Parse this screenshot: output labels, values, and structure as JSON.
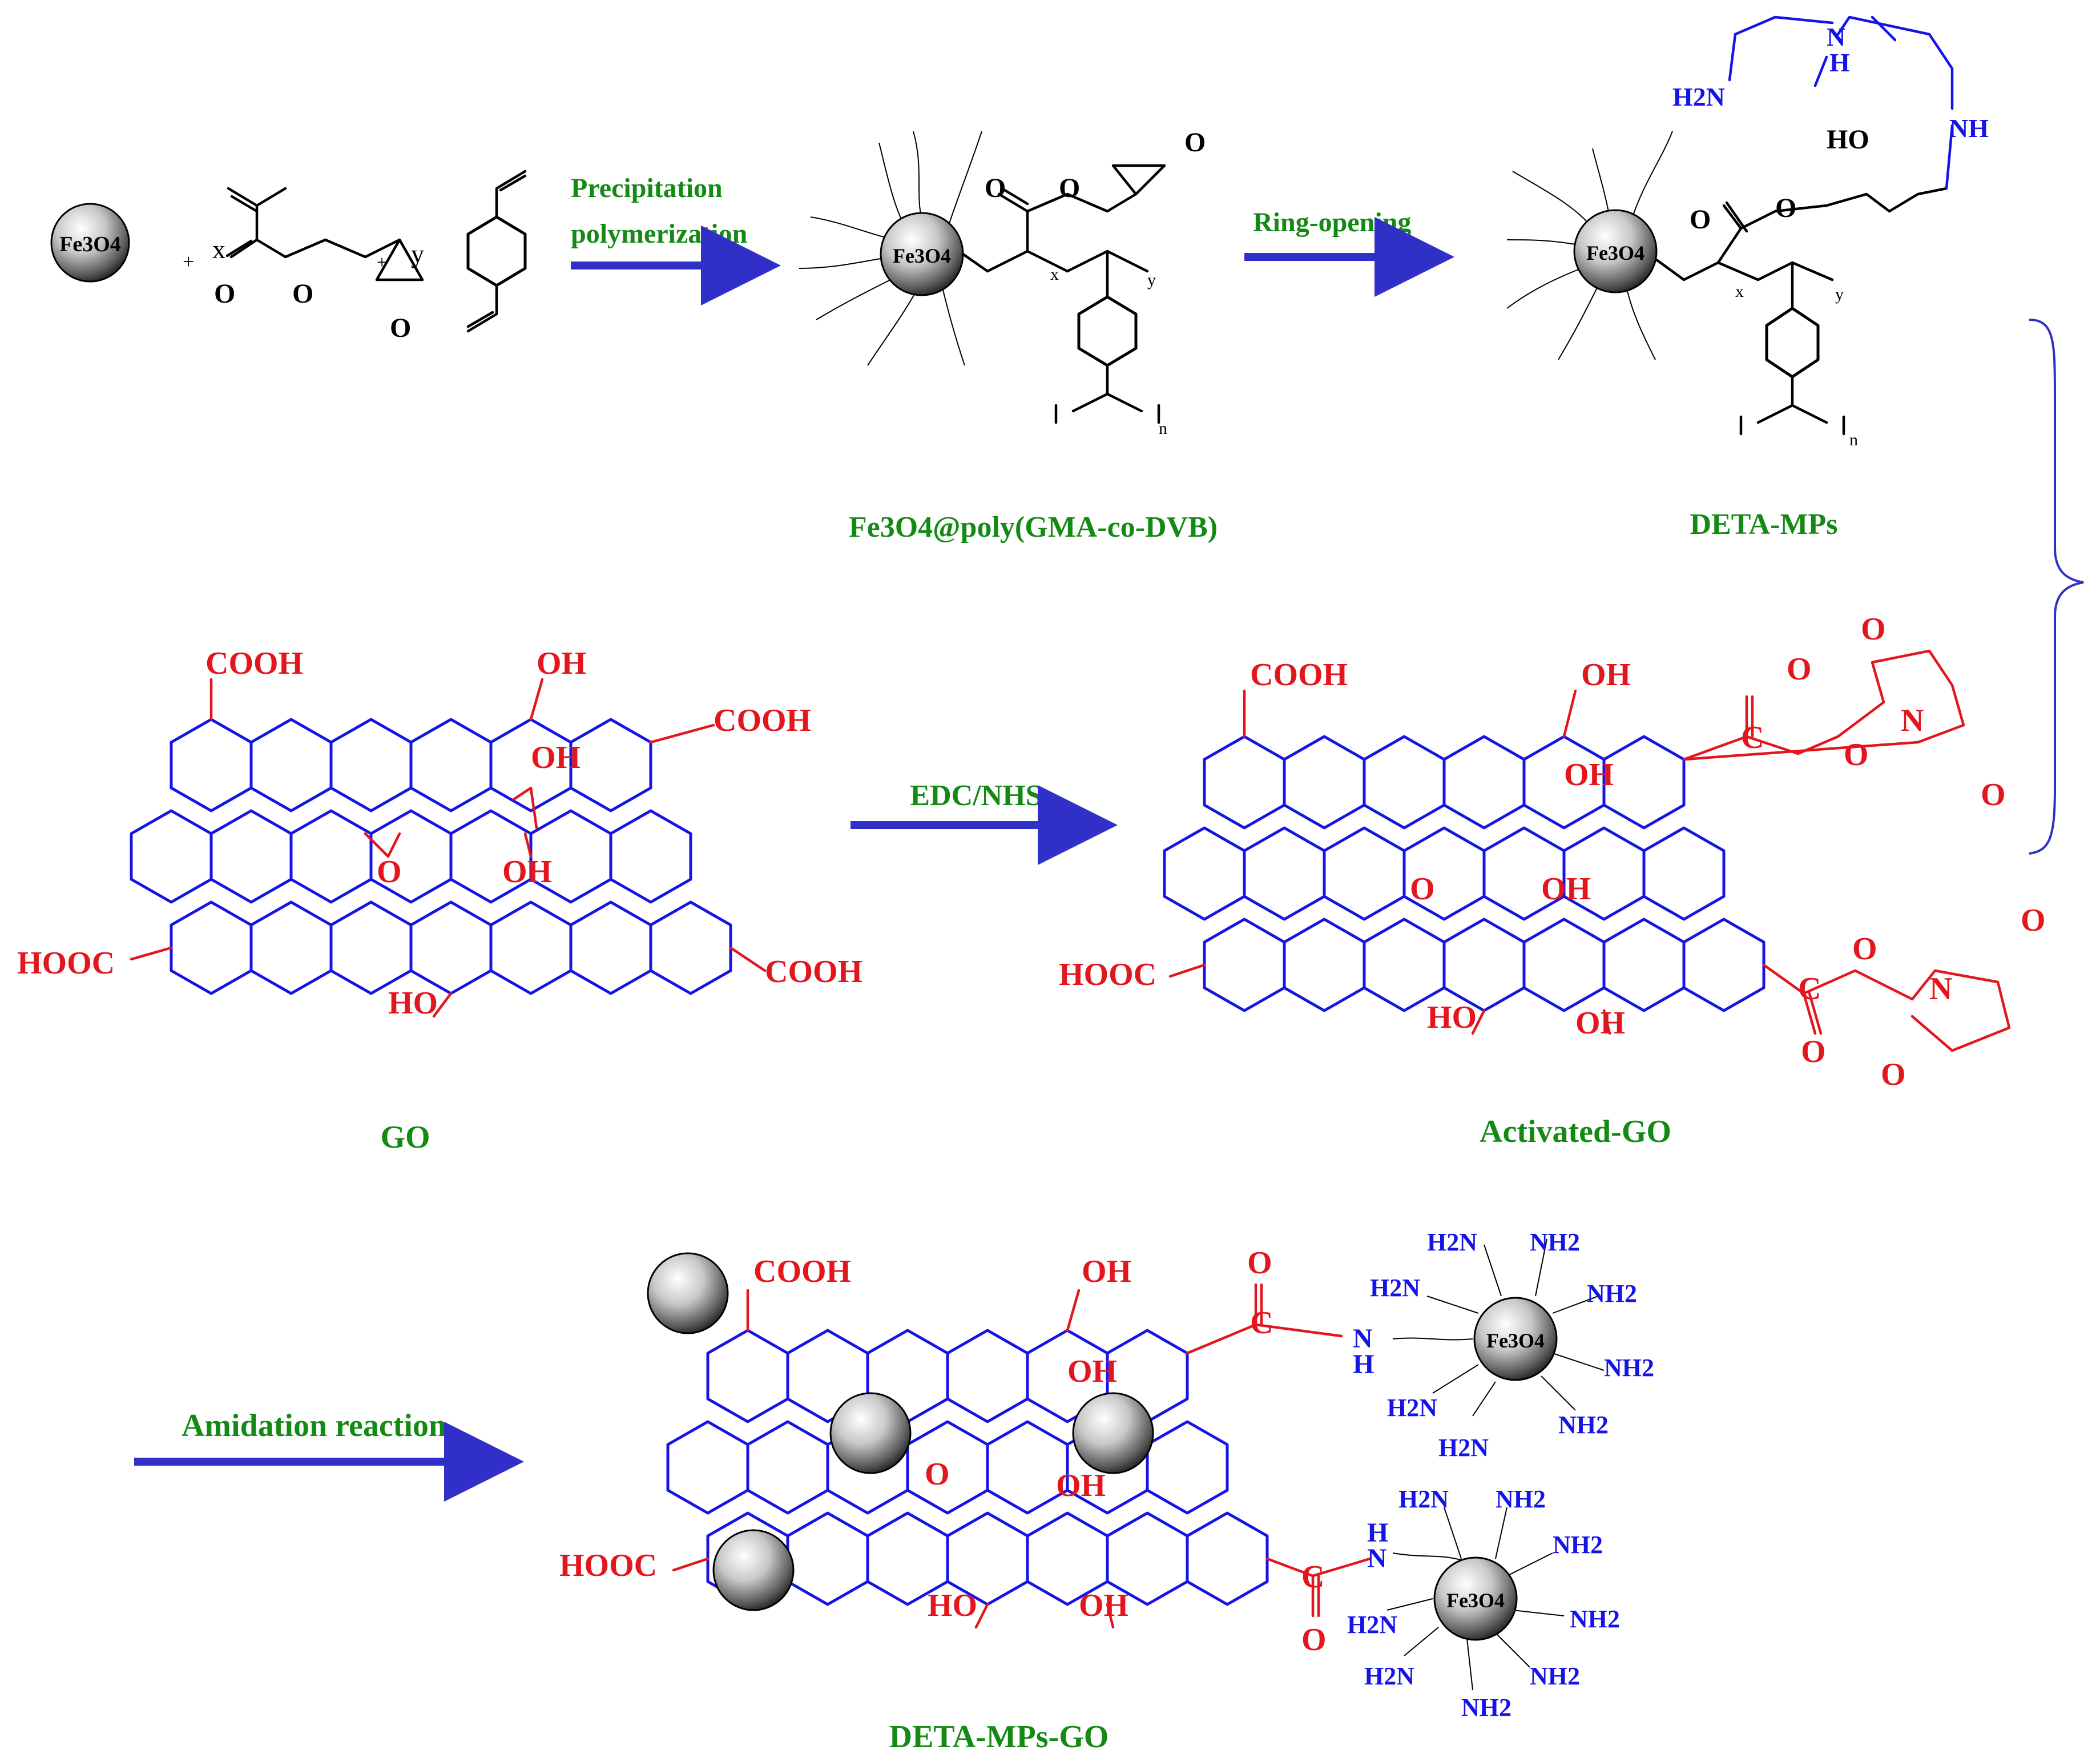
{
  "colors": {
    "arrow": "#3030c8",
    "label_green": "#148a14",
    "lattice_blue": "#1414e6",
    "functional_red": "#e3151d",
    "amine_blue": "#1414e6",
    "bond_black": "#000000"
  },
  "core_label": "Fe3O4",
  "reagents": {
    "x": "x",
    "y": "y",
    "plus": "+"
  },
  "steps": {
    "precipitation_line1": "Precipitation",
    "precipitation_line2": "polymerization",
    "ring_opening": "Ring-opening",
    "edc_nhs": "EDC/NHS",
    "amidation": "Amidation reaction"
  },
  "products": {
    "copolymer": "Fe3O4@poly(GMA-co-DVB)",
    "deta_mps": "DETA-MPs",
    "go": "GO",
    "activated_go": "Activated-GO",
    "deta_mps_go": "DETA-MPs-GO"
  },
  "groups": {
    "cooh": "COOH",
    "hooc": "HOOC",
    "oh": "OH",
    "ho": "HO",
    "o": "O",
    "c": "C",
    "n": "N",
    "h": "H",
    "nh": "NH",
    "nh2": "NH2",
    "h2n": "H2N",
    "n_sub": "n",
    "x_sub": "x",
    "y_sub": "y"
  }
}
